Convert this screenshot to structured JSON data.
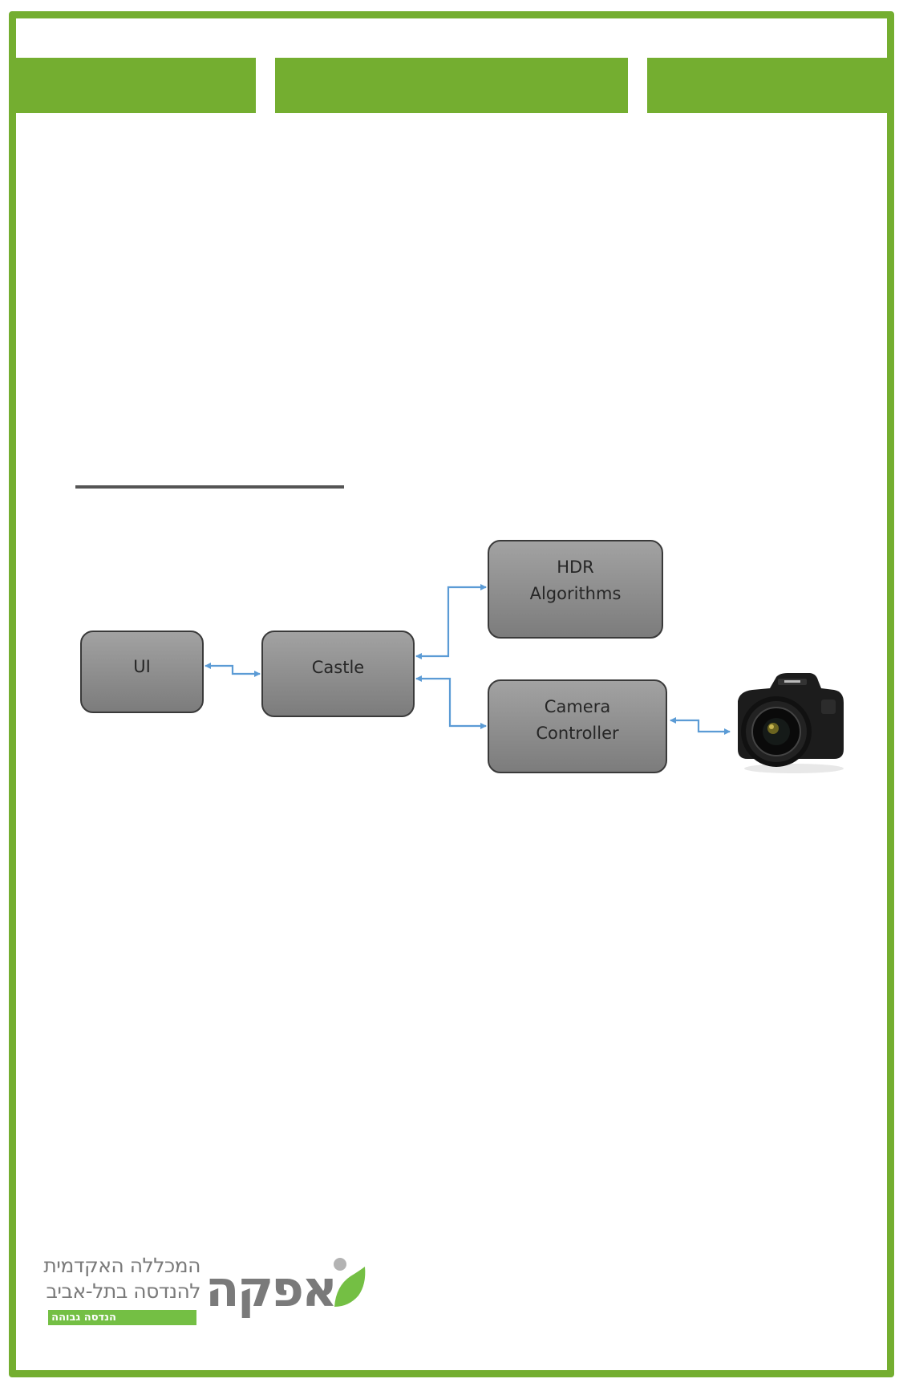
{
  "colors": {
    "frame_green": "#74ae30",
    "box_fill_top": "#a2a2a2",
    "box_fill_bottom": "#7c7c7c",
    "box_border": "#3a3a3a",
    "connector_blue": "#5b9bd5",
    "rule_gray": "#555555",
    "logo_gray": "#7a7a7a",
    "logo_green": "#74bf44"
  },
  "diagram": {
    "blocks": [
      {
        "id": "ui",
        "label": "UI"
      },
      {
        "id": "castle",
        "label": "Castle"
      },
      {
        "id": "hdr",
        "label_line1": "HDR",
        "label_line2": "Algorithms"
      },
      {
        "id": "camera_controller",
        "label_line1": "Camera",
        "label_line2": "Controller"
      }
    ],
    "connections": [
      {
        "from": "UI",
        "to": "Castle",
        "type": "bidirectional"
      },
      {
        "from": "Castle",
        "to": "HDR Algorithms",
        "type": "bidirectional"
      },
      {
        "from": "Castle",
        "to": "Camera Controller",
        "type": "bidirectional"
      },
      {
        "from": "Camera Controller",
        "to": "Camera",
        "type": "bidirectional"
      }
    ],
    "camera_image": "dslr-camera-icon"
  },
  "logo": {
    "name": "אפקה",
    "line1": "המכללה האקדמית",
    "line2": "להנדסה בתל-אביב",
    "badge": "הנדסה גבוהה"
  }
}
